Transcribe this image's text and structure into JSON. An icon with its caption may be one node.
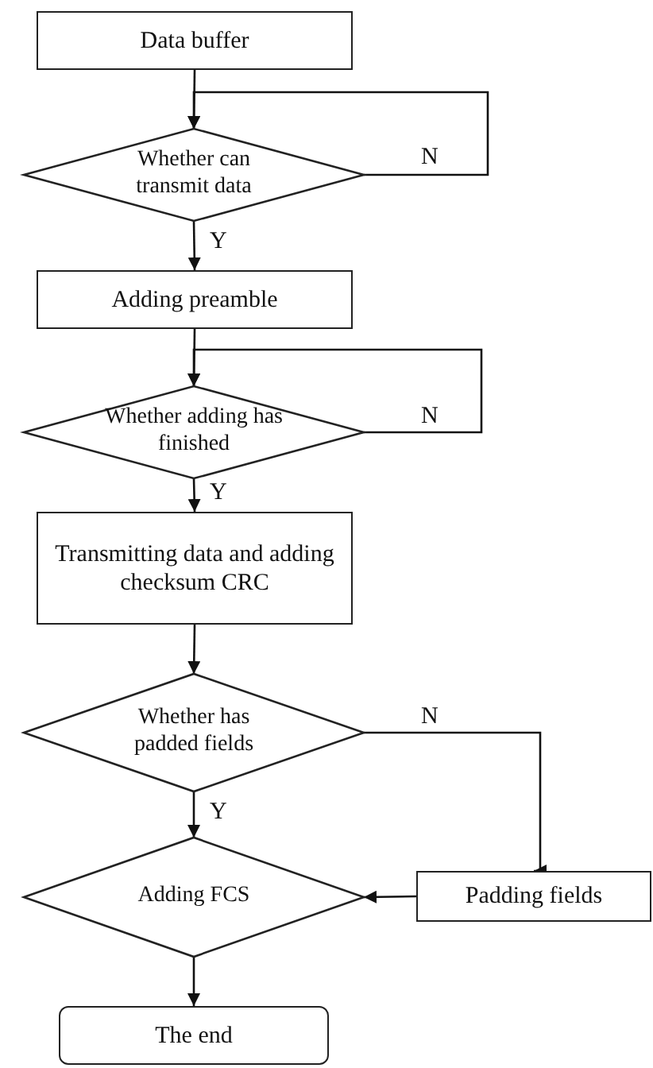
{
  "diagram": {
    "nodes": [
      {
        "text": [
          "Data buffer"
        ]
      },
      {
        "text": [
          "Whether can transmit data"
        ]
      },
      {
        "text": [
          "Adding preamble"
        ]
      },
      {
        "text": [
          "Whether adding has finished"
        ]
      },
      {
        "text": [
          "Transmitting data and adding checksum CRC"
        ]
      },
      {
        "text": [
          "Whether has padded fields"
        ]
      },
      {
        "text": [
          "Adding FCS"
        ]
      },
      {
        "text": [
          "Padding fields"
        ]
      },
      {
        "text": [
          "The end"
        ]
      }
    ],
    "edges": [
      {
        "from": 0,
        "to": 1,
        "arrow": "to"
      },
      {
        "from": 1,
        "to": 1,
        "arrow": "to",
        "label": "N"
      },
      {
        "from": 1,
        "to": 2,
        "arrow": "to",
        "label": "Y"
      },
      {
        "from": 2,
        "to": 3,
        "arrow": "to"
      },
      {
        "from": 3,
        "to": 3,
        "arrow": "to",
        "label": "N"
      },
      {
        "from": 3,
        "to": 4,
        "arrow": "to",
        "label": "Y"
      },
      {
        "from": 4,
        "to": 5,
        "arrow": "to"
      },
      {
        "from": 5,
        "to": 6,
        "arrow": "to",
        "label": "Y"
      },
      {
        "from": 5,
        "to": 7,
        "arrow": "to",
        "label": "N"
      },
      {
        "from": 7,
        "to": 6,
        "arrow": "to"
      },
      {
        "from": 6,
        "to": 8,
        "arrow": "to"
      }
    ]
  }
}
